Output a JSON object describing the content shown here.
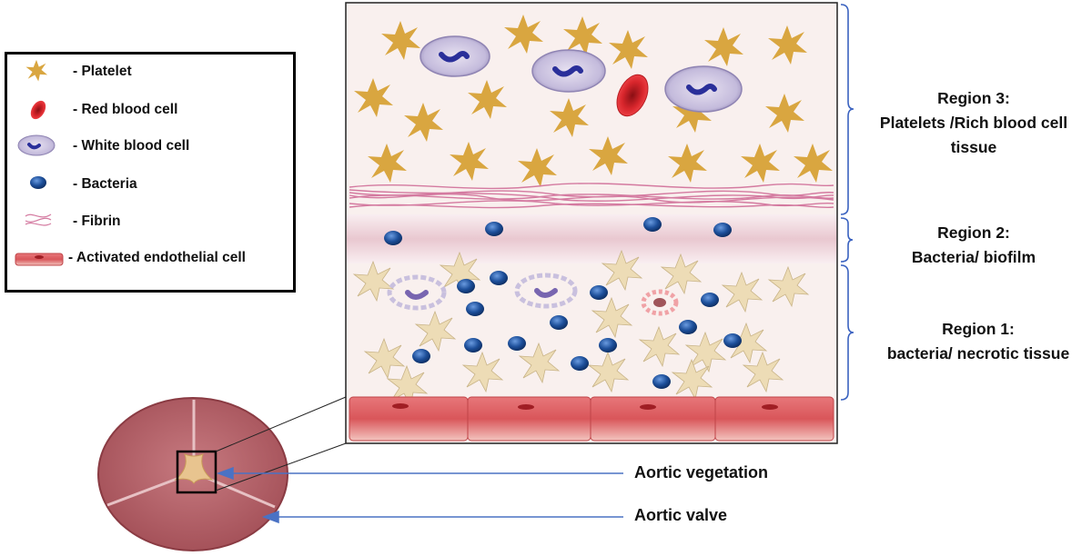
{
  "legend": {
    "items": [
      {
        "label": "- Platelet",
        "icon": "platelet-icon"
      },
      {
        "label": "- Red blood cell",
        "icon": "red-blood-cell-icon"
      },
      {
        "label": "- White blood cell",
        "icon": "white-blood-cell-icon"
      },
      {
        "label": "- Bacteria",
        "icon": "bacteria-icon"
      },
      {
        "label": "- Fibrin",
        "icon": "fibrin-icon"
      },
      {
        "label": "- Activated endothelial cell",
        "icon": "endothelial-cell-icon"
      }
    ]
  },
  "regions": {
    "region3": {
      "title": "Region 3:",
      "line1": "Platelets /Rich blood cell",
      "line2": "tissue"
    },
    "region2": {
      "title": "Region 2:",
      "line1": "Bacteria/ biofilm"
    },
    "region1": {
      "title": "Region 1:",
      "line1": "bacteria/ necrotic tissue"
    }
  },
  "callouts": {
    "vegetation": "Aortic vegetation",
    "valve": "Aortic valve"
  },
  "colors": {
    "platelet": "#d9a640",
    "red_blood_cell": "#d8262c",
    "white_blood_cell": "#a79bc7",
    "bacteria": "#1d4f9a",
    "fibrin": "#d47aa0",
    "endothelium": "#d9565a",
    "bracket": "#3a62c0",
    "arrow": "#4a72c4"
  }
}
